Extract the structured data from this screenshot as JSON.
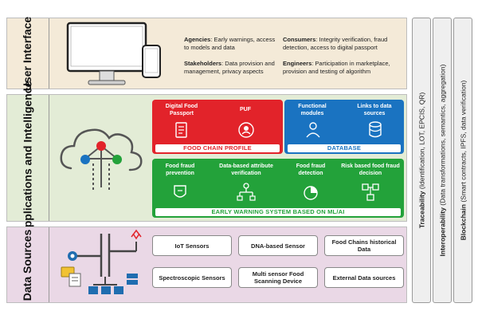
{
  "layers": {
    "user_interface": "User Interface",
    "applications": "Applications and Intelligence",
    "data_sources": "Data Sources"
  },
  "ui": {
    "agencies": {
      "label": "Agencies",
      "text": ": Early warnings, access to models and data"
    },
    "consumers": {
      "label": "Consumers",
      "text": ": Integrity verification, fraud detection, access to digital passport"
    },
    "stakeholders": {
      "label": "Stakeholders",
      "text": ": Data provision and management, privacy aspects"
    },
    "engineers": {
      "label": "Engineers",
      "text": ": Participation in marketplace, provision and testing of algorithm"
    }
  },
  "profile": {
    "title": "FOOD CHAIN PROFILE",
    "items": [
      "Digital Food Passport",
      "PUF"
    ]
  },
  "database": {
    "title": "DATABASE",
    "items": [
      "Functional modules",
      "Links to data sources"
    ]
  },
  "early_warning": {
    "title": "EARLY WARNING SYSTEM BASED ON ML/AI",
    "items": [
      "Food fraud prevention",
      "Data-based attribute verification",
      "Food fraud detection",
      "Risk based food fraud decision"
    ]
  },
  "sources": [
    "IoT Sensors",
    "DNA-based Sensor",
    "Food Chains historical Data",
    "Spectroscopic Sensors",
    "Multi sensor Food Scanning Device",
    "External Data sources"
  ],
  "side": {
    "traceability": {
      "label": "Traceability",
      "text": " (Identification, LOT, EPCIS, QR)"
    },
    "interoperability": {
      "label": "Interoperability",
      "text": " (Data transformations, semantics, aggregation)"
    },
    "blockchain": {
      "label": "Blockchain",
      "text": " (Smart contracts, IPFS, data verification)"
    }
  },
  "colors": {
    "red": "#e2232a",
    "blue": "#1a73c1",
    "green": "#23a23a",
    "icon_blue": "#1f6db0"
  }
}
